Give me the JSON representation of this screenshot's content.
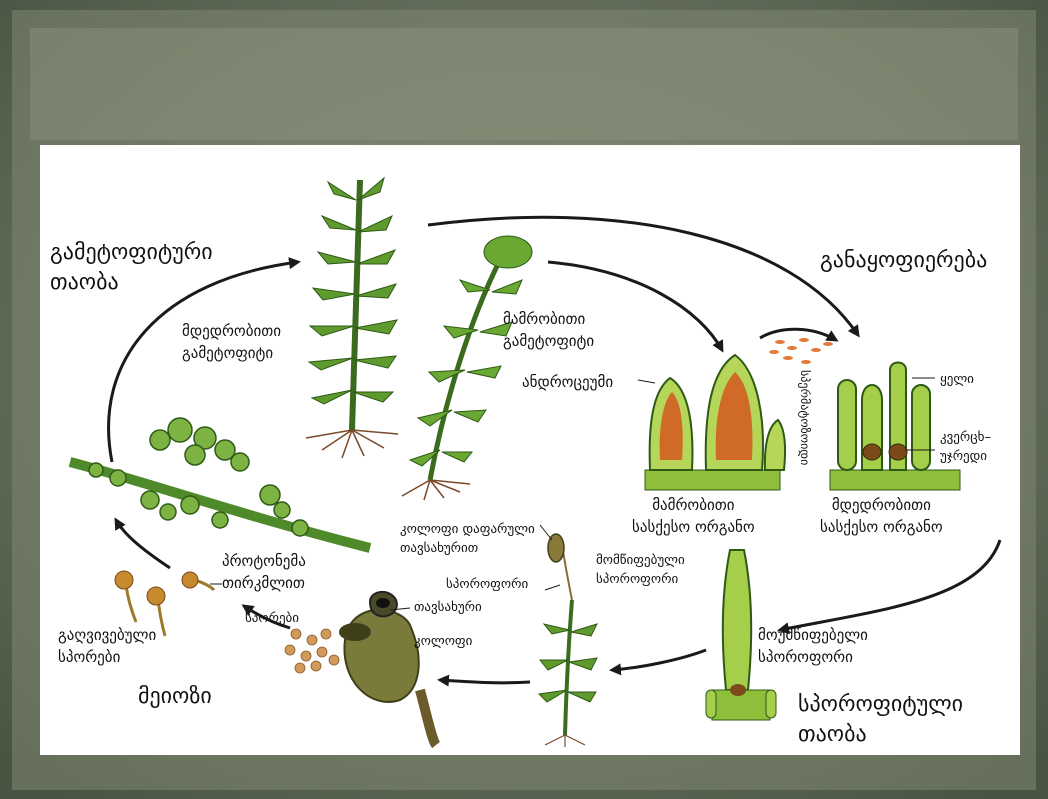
{
  "colors": {
    "frame_dark": "#4f5a46",
    "frame_mid": "#7b8570",
    "panel": "#ffffff",
    "plant_green": "#4f8a2a",
    "plant_light": "#a9cf52",
    "cell_outline": "#2e5a16",
    "sperm_orange": "#d4571f",
    "root_brown": "#7a4a2a",
    "arrow": "#1a1a1a"
  },
  "labels": {
    "gametophyte_phase": "გამეტოფიტური\nთაობა",
    "fertilization": "განაყოფიერება",
    "female_gametophyte": "მდედრობითი\nგამეტოფიტი",
    "male_gametophyte": "მამრობითი\nგამეტოფიტი",
    "antheridium": "ანდროცეუმი",
    "spermatozoids": "სპერმატოზოიდი",
    "neck": "ყელი",
    "egg_cell": "კვერცხ–\nუჯრედი",
    "male_sex_organ": "მამრობითი\nსასქესო ორგანო",
    "female_sex_organ": "მდედრობითი\nსასქესო ორგანო",
    "capsule_with_cap": "კოლოფი  დაფარული\nთავსახურით",
    "mature_sporophyte": "მომწიფებული\nსპოროფორი",
    "sporophore": "სპოროფორი",
    "cap": "თავსახური",
    "spores": "სპორები",
    "capsule": "კოლოფი",
    "protonema": "პროტონემა\nთირკმლით",
    "germinating_spores": "გაღვივებული\nსპორები",
    "meiosis": "მეიოზი",
    "immature_sporophore": "მოუმწიფებელი\nსპოროფორი",
    "sporophyte_phase": "სპოროფიტული\nთაობა"
  }
}
